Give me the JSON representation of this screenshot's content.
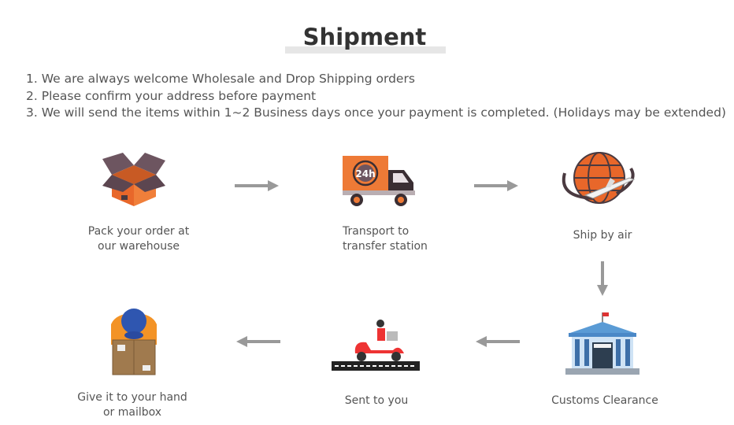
{
  "title": "Shipment",
  "notes": [
    "1. We are always welcome Wholesale and Drop Shipping orders",
    "2. Please confirm your address before payment",
    "3. We will send the items within 1~2 Business days once your payment is completed. (Holidays may be extended)"
  ],
  "steps": [
    {
      "line1": "Pack your order at",
      "line2": "our warehouse",
      "icon": "open-box-icon"
    },
    {
      "line1": "Transport to",
      "line2": "transfer station",
      "icon": "delivery-truck-icon",
      "badge": "24h"
    },
    {
      "line1": "Ship by air",
      "icon": "globe-airplane-icon"
    },
    {
      "line1": "Customs Clearance",
      "icon": "customs-building-icon"
    },
    {
      "line1": "Sent to you",
      "icon": "scooter-courier-icon"
    },
    {
      "line1": "Give it to your hand",
      "line2": "or mailbox",
      "icon": "courier-with-package-icon"
    }
  ],
  "colors": {
    "orange": "#ee7a36",
    "arrow": "#999999"
  }
}
